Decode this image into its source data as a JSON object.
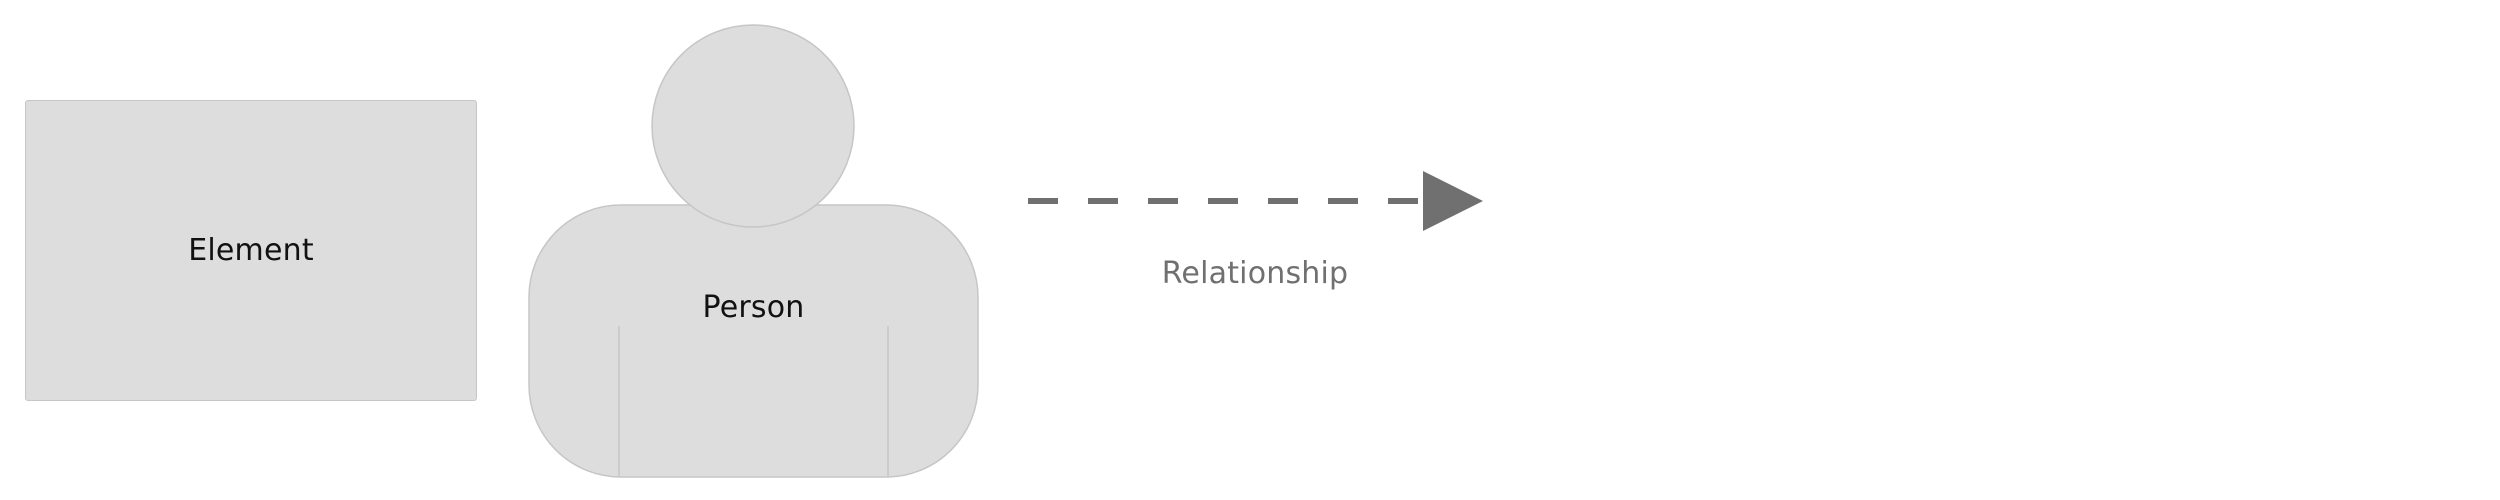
{
  "legend": {
    "element": {
      "label": "Element",
      "fill": "#dddddd",
      "stroke": "#c6c6c6"
    },
    "person": {
      "label": "Person",
      "fill": "#dddddd",
      "stroke": "#c6c6c6"
    },
    "relationship": {
      "label": "Relationship",
      "line_style": "dashed",
      "color": "#707070"
    }
  }
}
